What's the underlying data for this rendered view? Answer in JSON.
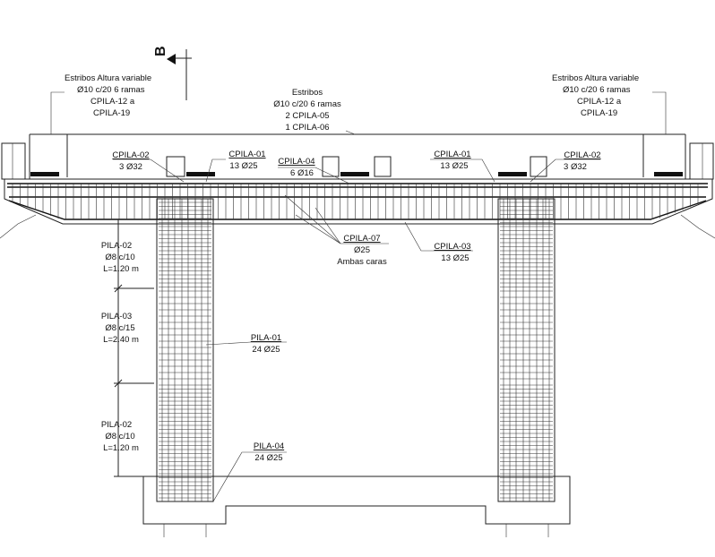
{
  "section_mark": "B",
  "labels": {
    "estribos_left": [
      "Estribos Altura variable",
      "Ø10 c/20  6 ramas",
      "CPILA-12 a",
      "CPILA-19"
    ],
    "estribos_right": [
      "Estribos Altura variable",
      "Ø10 c/20  6 ramas",
      "CPILA-12 a",
      "CPILA-19"
    ],
    "estribos_center": [
      "Estribos",
      "Ø10 c/20  6 ramas",
      "2 CPILA-05",
      "1 CPILA-06"
    ],
    "cpila02_left": [
      "CPILA-02",
      "3 Ø32"
    ],
    "cpila01_left": [
      "CPILA-01",
      "13 Ø25"
    ],
    "cpila04": [
      "CPILA-04",
      "6 Ø16"
    ],
    "cpila01_right": [
      "CPILA-01",
      "13 Ø25"
    ],
    "cpila02_right": [
      "CPILA-02",
      "3 Ø32"
    ],
    "cpila07": [
      "CPILA-07",
      "Ø25",
      "Ambas caras"
    ],
    "cpila03": [
      "CPILA-03",
      "13 Ø25"
    ],
    "pila02_top": [
      "PILA-02",
      "Ø8 c/10",
      "L=1.20 m"
    ],
    "pila03": [
      "PILA-03",
      "Ø8 c/15",
      "L=2.40 m"
    ],
    "pila02_bottom": [
      "PILA-02",
      "Ø8 c/10",
      "L=1.20 m"
    ],
    "pila01": [
      "PILA-01",
      "24 Ø25"
    ],
    "pila04": [
      "PILA-04",
      "24 Ø25"
    ]
  }
}
